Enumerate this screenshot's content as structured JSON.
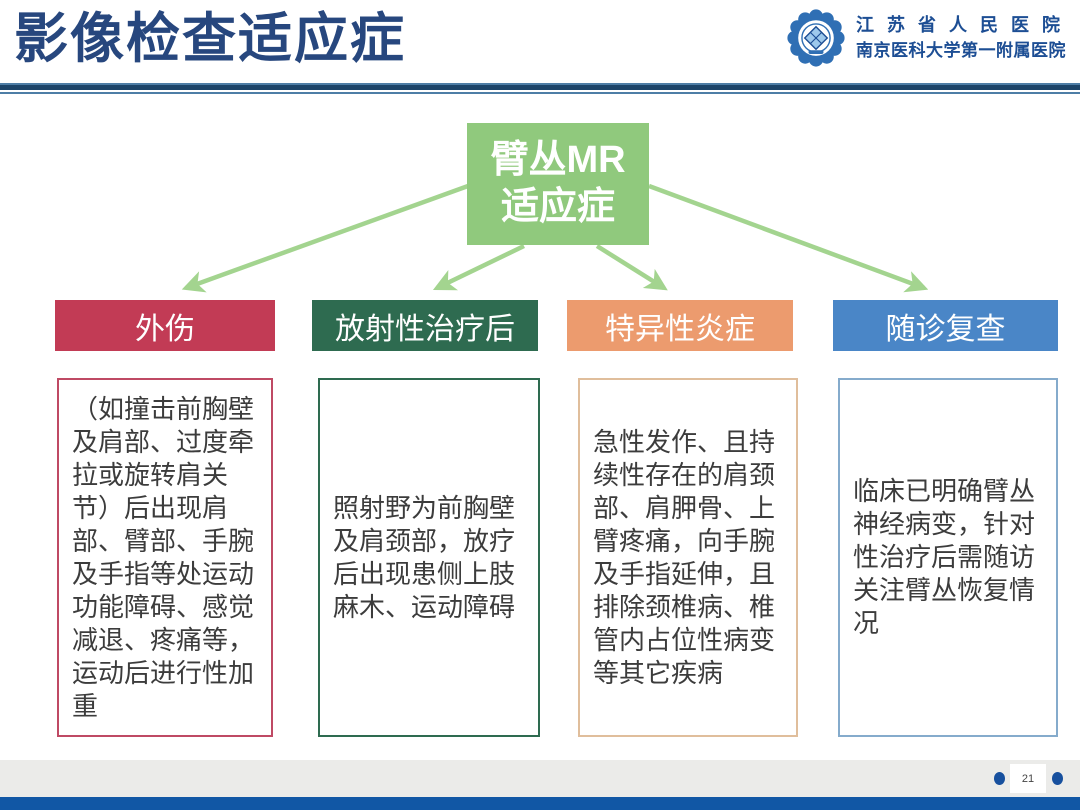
{
  "slide": {
    "title": "影像检查适应症",
    "page_number": "21"
  },
  "logo": {
    "line1": "江苏省人民医院",
    "line2": "南京医科大学第一附属医院"
  },
  "diagram": {
    "root": {
      "label_line1": "臂丛MR",
      "label_line2": "适应症",
      "color": "#90C97D"
    },
    "arrow_color": "#A3D48F",
    "branches": [
      {
        "header": "外伤",
        "header_color": "#C23B55",
        "border_color": "#BF4A64",
        "body": "（如撞击前胸壁及肩部、过度牵拉或旋转肩关节）后出现肩部、臂部、手腕及手指等处运动功能障碍、感觉减退、疼痛等，运动后进行性加重"
      },
      {
        "header": "放射性治疗后",
        "header_color": "#2E6B50",
        "border_color": "#2E6B50",
        "body": "照射野为前胸壁及肩颈部，放疗后出现患侧上肢麻木、运动障碍"
      },
      {
        "header": "特异性炎症",
        "header_color": "#EC9B6E",
        "border_color": "#E0BE9C",
        "body": "急性发作、且持续性存在的肩颈部、肩胛骨、上臂疼痛，向手腕及手指延伸，且排除颈椎病、椎管内占位性病变等其它疾病"
      },
      {
        "header": "随诊复查",
        "header_color": "#4A86C7",
        "border_color": "#85ABCC",
        "body": "临床已明确臂丛神经病变，针对性治疗后需随访关注臂丛恢复情况"
      }
    ]
  },
  "colors": {
    "title_blue": "#27477E",
    "divider_dark": "#1D4569",
    "divider_light": "#4E7EA6",
    "footer_gray": "#EBEBE9",
    "footer_blue": "#1157A5",
    "dot_blue": "#17509E",
    "body_text": "#3C3C3C"
  }
}
